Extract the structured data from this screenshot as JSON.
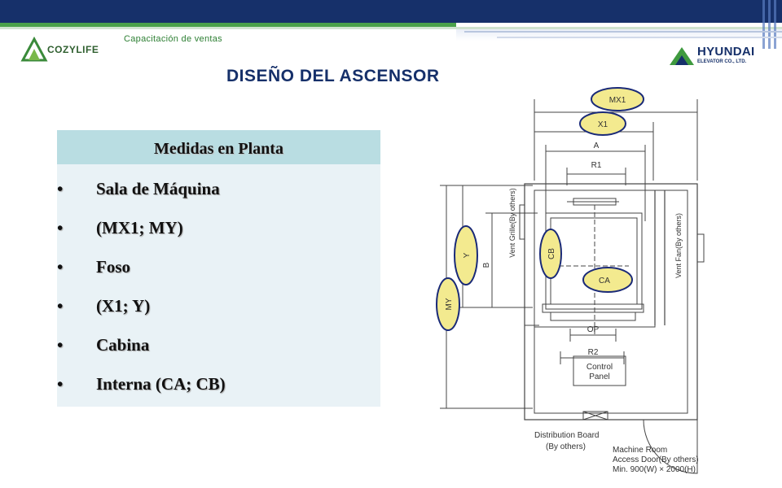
{
  "header": {
    "subtitle": "Capacitación de ventas",
    "title": "DISEÑO DEL ASCENSOR"
  },
  "logos": {
    "left": {
      "name": "COZYLIFE"
    },
    "right": {
      "name": "HYUNDAI",
      "tagline": "ELEVATOR CO., LTD."
    }
  },
  "panel": {
    "heading": "Medidas en Planta",
    "items": [
      "Sala de Máquina",
      " (MX1; MY)",
      "Foso",
      "(X1; Y)",
      "Cabina",
      "Interna (CA; CB)"
    ]
  },
  "diagram": {
    "labels": {
      "mx1": "MX1",
      "x1": "X1",
      "a": "A",
      "r1": "R1",
      "b": "B",
      "y": "Y",
      "my": "MY",
      "cb": "CB",
      "ca": "CA",
      "op": "OP",
      "r2": "R2",
      "control_panel_1": "Control",
      "control_panel_2": "Panel",
      "vent_grille": "Vent Grille(By others)",
      "vent_fan": "Vent Fan(By others)",
      "dist_board_1": "Distribution Board",
      "dist_board_2": "(By others)",
      "access_1": "Machine Room",
      "access_2": "Access Door(By others)",
      "access_3": "Min. 900(W) × 2000(H)"
    },
    "highlight_color": "#f3ea8f",
    "highlight_stroke": "#1a2a78"
  }
}
